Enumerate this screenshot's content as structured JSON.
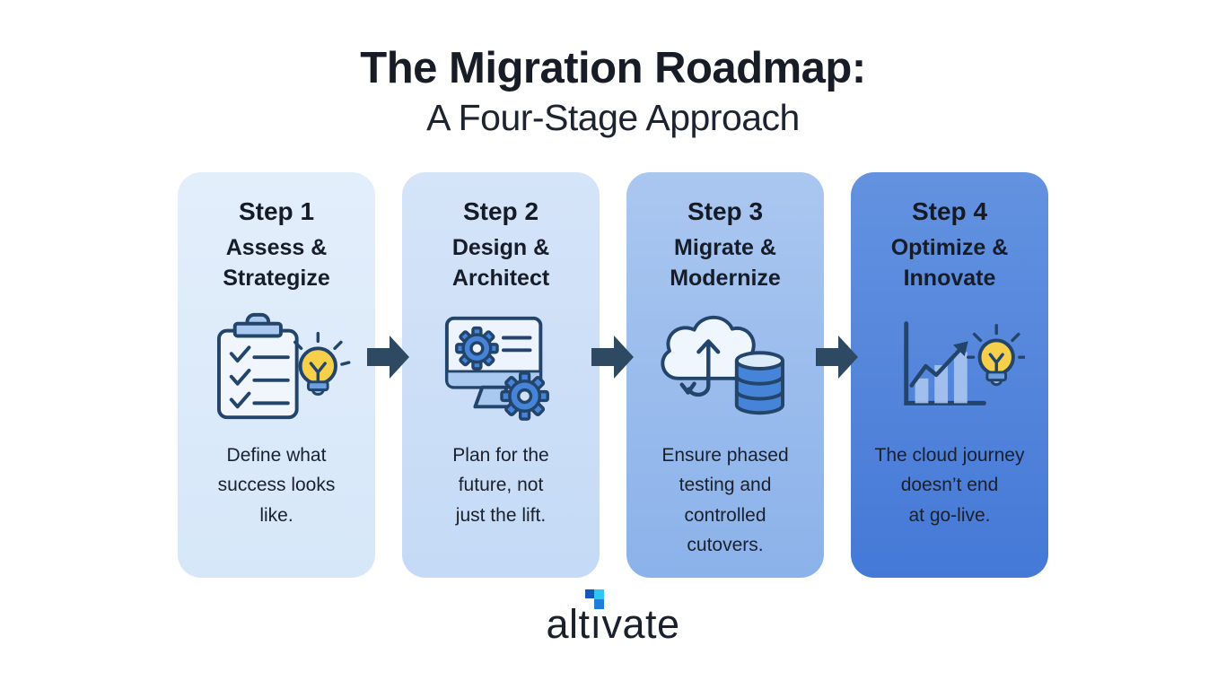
{
  "title": {
    "line1": "The Migration Roadmap:",
    "line2": "A Four-Stage Approach"
  },
  "steps": [
    {
      "step": "Step 1",
      "heading": [
        "Assess &",
        "Strategize"
      ],
      "icon": "clipboard-checklist-lightbulb-icon",
      "body": [
        "Define what",
        "success looks",
        "like."
      ]
    },
    {
      "step": "Step 2",
      "heading": [
        "Design &",
        "Architect"
      ],
      "icon": "monitor-gears-icon",
      "body": [
        "Plan for the",
        "future, not",
        "just the lift."
      ]
    },
    {
      "step": "Step 3",
      "heading": [
        "Migrate &",
        "Modernize"
      ],
      "icon": "cloud-migration-database-icon",
      "body": [
        "Ensure phased",
        "testing and",
        "controlled",
        "cutovers."
      ]
    },
    {
      "step": "Step 4",
      "heading": [
        "Optimize &",
        "Innovate"
      ],
      "icon": "growth-chart-lightbulb-icon",
      "body": [
        "The cloud journey",
        "doesn’t end",
        "at go-live."
      ]
    }
  ],
  "logo": {
    "text": "altivate",
    "part_a": "alt",
    "part_i": "ı",
    "part_b": "vate"
  },
  "colors": {
    "card1": "#dbe9fa",
    "card2": "#cce0f7",
    "card3": "#9cbdee",
    "card4": "#5486dc",
    "arrow": "#2e4a63",
    "icon-outline": "#24456b",
    "icon-light-blue": "#a9c9f1",
    "icon-blue": "#4584d9",
    "icon-yellow": "#f6d04a",
    "logo-cyan": "#2ec6f5",
    "logo-blue": "#1d7fd8",
    "text-dark": "#171c26"
  }
}
